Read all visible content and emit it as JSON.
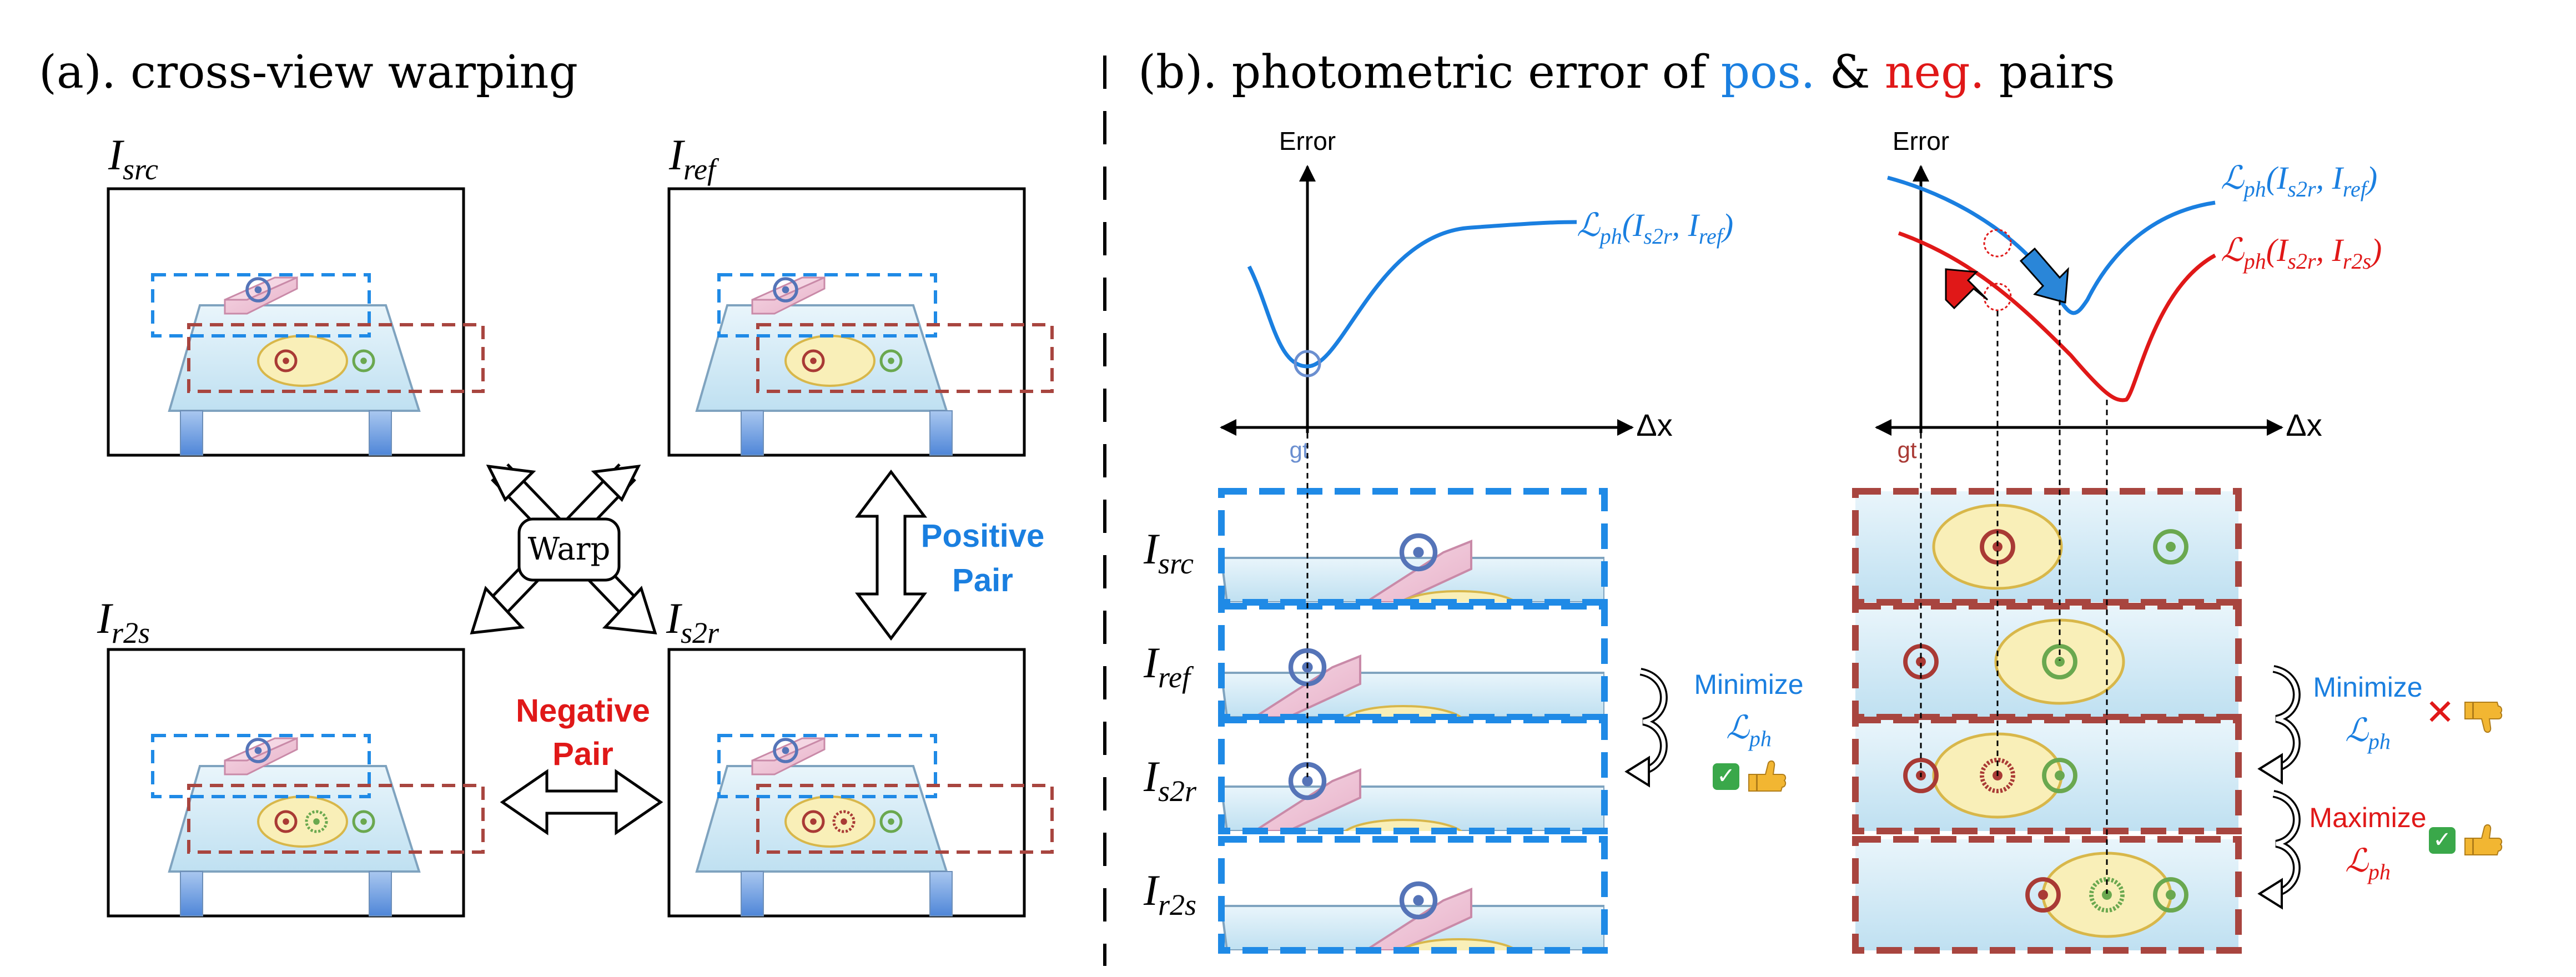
{
  "panel_a": {
    "title": "(a). cross-view warping",
    "labels": {
      "src": {
        "base": "I",
        "sub": "src"
      },
      "ref": {
        "base": "I",
        "sub": "ref"
      },
      "r2s": {
        "base": "I",
        "sub": "r2s"
      },
      "s2r": {
        "base": "I",
        "sub": "s2r"
      }
    },
    "warp_label": "Warp",
    "positive_pair": [
      "Positive",
      "Pair"
    ],
    "negative_pair": [
      "Negative",
      "Pair"
    ]
  },
  "panel_b": {
    "title_prefix": "(b). photometric error of ",
    "title_pos": "pos.",
    "title_amp": " & ",
    "title_neg": "neg.",
    "title_suffix": " pairs",
    "axis_y_label": "Error",
    "axis_x_label": "Δx",
    "gt_label": "gt",
    "loss_pos": {
      "L": "ℒ",
      "sub": "ph",
      "args": "(I",
      "a1": "s2r",
      "mid": ", I",
      "a2": "ref",
      "close": ")"
    },
    "loss_neg": {
      "L": "ℒ",
      "sub": "ph",
      "args": "(I",
      "a1": "s2r",
      "mid": ", I",
      "a2": "r2s",
      "close": ")"
    },
    "row_labels": {
      "src": {
        "base": "I",
        "sub": "src"
      },
      "ref": {
        "base": "I",
        "sub": "ref"
      },
      "s2r": {
        "base": "I",
        "sub": "s2r"
      },
      "r2s": {
        "base": "I",
        "sub": "r2s"
      }
    },
    "minimize": "Minimize",
    "maximize": "Maximize",
    "loss_short": {
      "L": "ℒ",
      "sub": "ph"
    },
    "check_icon": "✓",
    "cross_icon": "✕"
  },
  "colors": {
    "blue": "#1a7fe0",
    "red": "#e01818",
    "dashed_blue": "#1f8ae6",
    "dashed_red": "#a8453f",
    "table_fill": "#d8ecf7",
    "table_edge": "#7fa3bf",
    "box_pink": "#efc3d6",
    "ellipse_fill": "#f9efb8",
    "ellipse_edge": "#d8b74a",
    "marker_blue": "#5574b8",
    "marker_red": "#a93a35",
    "marker_green": "#6aa84f",
    "check_green": "#3aa84a",
    "thumb_yellow": "#f2b632"
  }
}
